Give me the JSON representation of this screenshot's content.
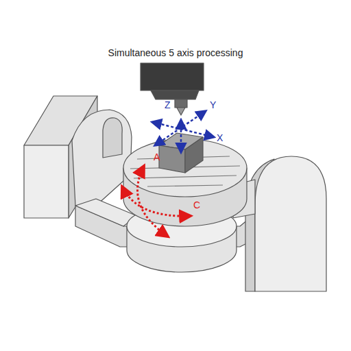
{
  "diagram": {
    "title": "Simultaneous 5 axis processing",
    "labels": [
      "Z",
      "Y",
      "X",
      "A",
      "C"
    ]
  }
}
